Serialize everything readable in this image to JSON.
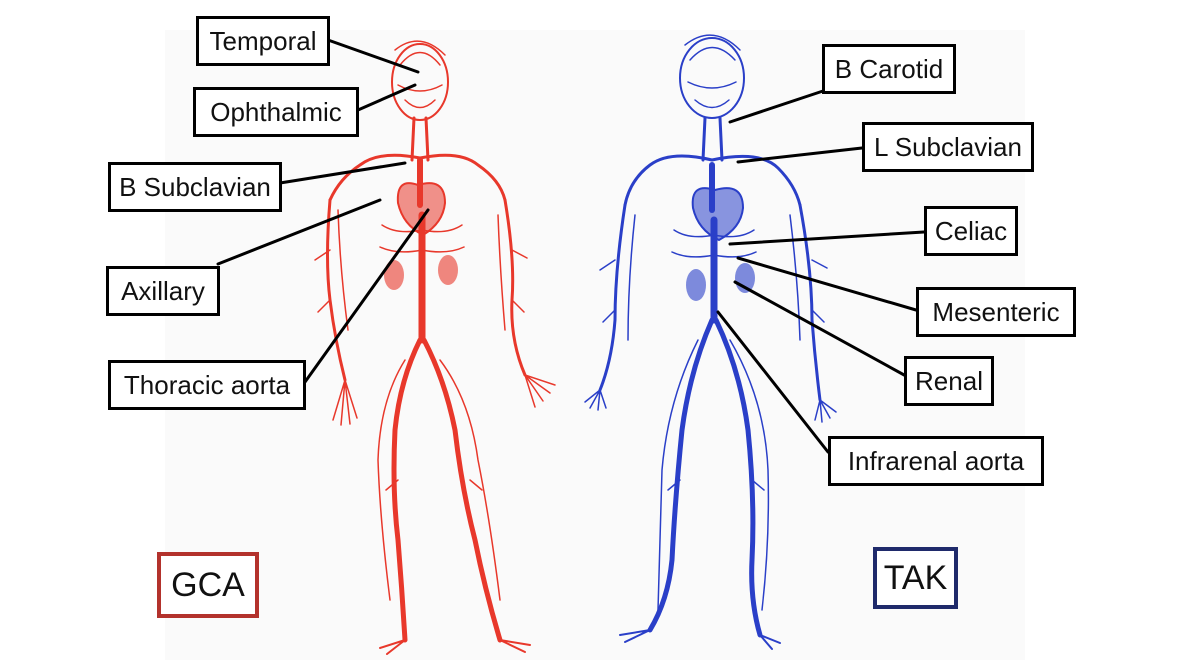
{
  "colors": {
    "gca": "#e8382b",
    "tak": "#2a3fc8",
    "gca_tag_border": "#b3322c",
    "tak_tag_border": "#1f2a6b",
    "box_border": "#000000"
  },
  "icons": {
    "gca_body": "arterial-system-figure",
    "tak_body": "arterial-system-figure"
  },
  "labels": {
    "temporal": "Temporal",
    "ophthalmic": "Ophthalmic",
    "b_subclavian": "B Subclavian",
    "axillary": "Axillary",
    "thoracic_aorta": "Thoracic aorta",
    "b_carotid": "B Carotid",
    "l_subclavian": "L Subclavian",
    "celiac": "Celiac",
    "mesenteric": "Mesenteric",
    "renal": "Renal",
    "infrarenal_aorta": "Infrarenal aorta"
  },
  "tags": {
    "gca": "GCA",
    "tak": "TAK"
  }
}
